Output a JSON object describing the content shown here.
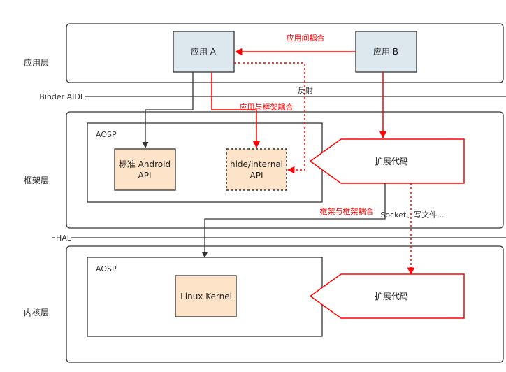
{
  "layers": {
    "app": "应用层",
    "framework": "框架层",
    "kernel": "内核层"
  },
  "boundaries": {
    "binder": "Binder AIDL",
    "hal": "HAL"
  },
  "app_layer": {
    "app_a": "应用 A",
    "app_b": "应用 B",
    "coupling_between_apps": "应用间耦合"
  },
  "framework_layer": {
    "aosp": "AOSP",
    "standard_api_line1": "标准 Android",
    "standard_api_line2": "API",
    "hide_api_line1": "hide/internal",
    "hide_api_line2": "API",
    "extension_code": "扩展代码",
    "reflection": "反射",
    "app_framework_coupling": "应用与框架耦合",
    "framework_framework_coupling": "框架与框架耦合",
    "ipc_note": "Socket、写文件..."
  },
  "kernel_layer": {
    "aosp": "AOSP",
    "linux_kernel": "Linux Kernel",
    "extension_code": "扩展代码"
  },
  "colors": {
    "accent_red": "#ff0000",
    "app_box_fill": "#dde8ee",
    "api_box_fill": "#fde3c8",
    "line_dark": "#333333"
  }
}
